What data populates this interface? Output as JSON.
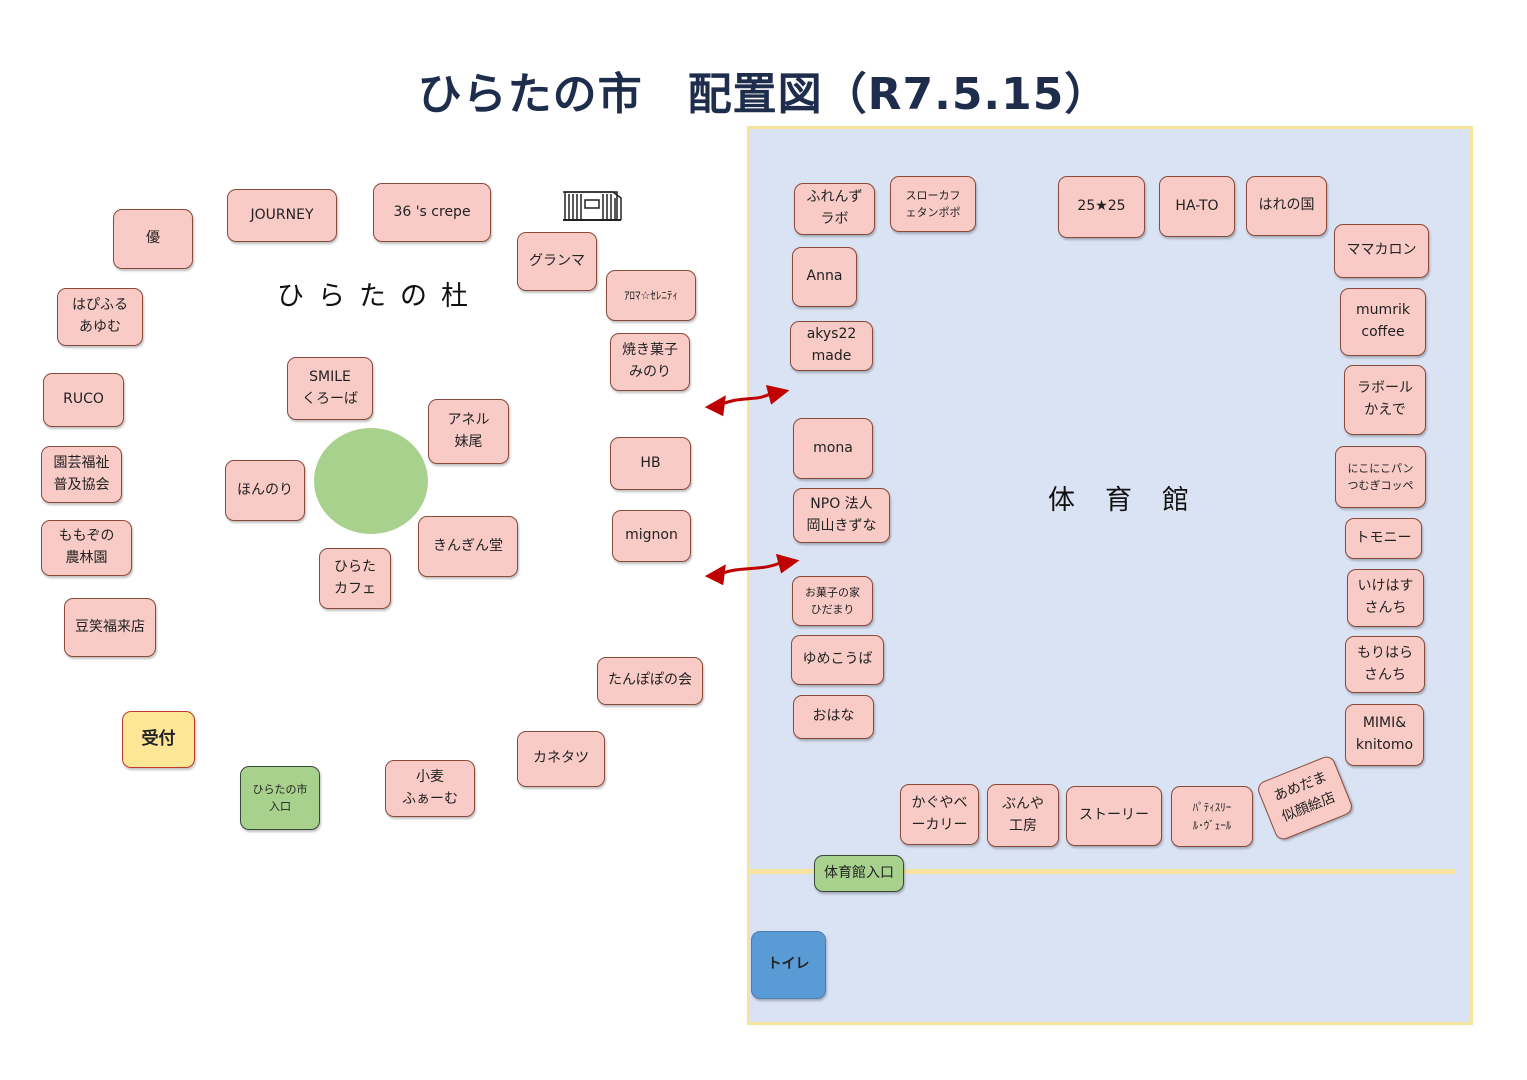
{
  "title": "ひらたの市　配置図（R7.5.15）",
  "areas": {
    "forest": "ひらたの杜",
    "gym": "体育館"
  },
  "outdoor_booths": [
    {
      "id": "yu",
      "lines": [
        "優"
      ]
    },
    {
      "id": "journey",
      "lines": [
        "JOURNEY"
      ]
    },
    {
      "id": "crepe",
      "lines": [
        "36 's crepe"
      ]
    },
    {
      "id": "granma",
      "lines": [
        "グランマ"
      ]
    },
    {
      "id": "aroma",
      "lines": [
        "ｱﾛﾏ☆ｾﾚﾆﾃｨ"
      ]
    },
    {
      "id": "happiful",
      "lines": [
        "はぴふる",
        "あゆむ"
      ]
    },
    {
      "id": "yakigashi",
      "lines": [
        "焼き菓子",
        "みのり"
      ]
    },
    {
      "id": "ruco",
      "lines": [
        "RUCO"
      ]
    },
    {
      "id": "smile",
      "lines": [
        "SMILE",
        "くろーば"
      ]
    },
    {
      "id": "aneru",
      "lines": [
        "アネル",
        "妹尾"
      ]
    },
    {
      "id": "engei",
      "lines": [
        "園芸福祉",
        "普及協会"
      ]
    },
    {
      "id": "honnori",
      "lines": [
        "ほんのり"
      ]
    },
    {
      "id": "hb",
      "lines": [
        "HB"
      ]
    },
    {
      "id": "mignon",
      "lines": [
        "mignon"
      ]
    },
    {
      "id": "momozono",
      "lines": [
        "ももぞの",
        "農林園"
      ]
    },
    {
      "id": "kingindo",
      "lines": [
        "きんぎん堂"
      ]
    },
    {
      "id": "hiratacafe",
      "lines": [
        "ひらた",
        "カフェ"
      ]
    },
    {
      "id": "mame",
      "lines": [
        "豆笑福来店"
      ]
    },
    {
      "id": "tanpopo",
      "lines": [
        "たんぽぽの会"
      ]
    },
    {
      "id": "uketsuke",
      "lines": [
        "受付"
      ]
    },
    {
      "id": "entrance",
      "lines": [
        "ひらたの市",
        "入口"
      ]
    },
    {
      "id": "komugi",
      "lines": [
        "小麦",
        "ふぁーむ"
      ]
    },
    {
      "id": "kanetatsu",
      "lines": [
        "カネタツ"
      ]
    }
  ],
  "gym_booths": [
    {
      "id": "friends",
      "lines": [
        "ふれんず",
        "ラボ"
      ]
    },
    {
      "id": "slowcafe",
      "lines": [
        "スローカフ",
        "ェタンポポ"
      ]
    },
    {
      "id": "2525",
      "lines": [
        "25★25"
      ]
    },
    {
      "id": "hato",
      "lines": [
        "HA-TO"
      ]
    },
    {
      "id": "harenokuni",
      "lines": [
        "はれの国"
      ]
    },
    {
      "id": "mamacaron",
      "lines": [
        "ママカロン"
      ]
    },
    {
      "id": "anna",
      "lines": [
        "Anna"
      ]
    },
    {
      "id": "akys",
      "lines": [
        "akys22",
        "made"
      ]
    },
    {
      "id": "mumrik",
      "lines": [
        "mumrik",
        "coffee"
      ]
    },
    {
      "id": "labor",
      "lines": [
        "ラボール",
        "かえで"
      ]
    },
    {
      "id": "mona",
      "lines": [
        "mona"
      ]
    },
    {
      "id": "nikoniko",
      "lines": [
        "にこにこパン",
        "つむぎコッペ"
      ]
    },
    {
      "id": "npo",
      "lines": [
        "NPO 法人",
        "岡山きずな"
      ]
    },
    {
      "id": "tomony",
      "lines": [
        "トモニー"
      ]
    },
    {
      "id": "okashi",
      "lines": [
        "お菓子の家",
        "ひだまり"
      ]
    },
    {
      "id": "ikehasu",
      "lines": [
        "いけはす",
        "さんち"
      ]
    },
    {
      "id": "yumekouba",
      "lines": [
        "ゆめこうば"
      ]
    },
    {
      "id": "morihara",
      "lines": [
        "もりはら",
        "さんち"
      ]
    },
    {
      "id": "ohana",
      "lines": [
        "おはな"
      ]
    },
    {
      "id": "mimi",
      "lines": [
        "MIMI&",
        "knitomo"
      ]
    },
    {
      "id": "kaguya",
      "lines": [
        "かぐやベ",
        "ーカリー"
      ]
    },
    {
      "id": "bunya",
      "lines": [
        "ぶんや",
        "工房"
      ]
    },
    {
      "id": "story",
      "lines": [
        "ストーリー"
      ]
    },
    {
      "id": "patisserie",
      "lines": [
        "ﾊﾟﾃｨｽﾘｰ",
        "ﾙ･ｳﾞｪｰﾙ"
      ]
    },
    {
      "id": "amedama",
      "lines": [
        "あめだま",
        "似顔絵店"
      ]
    },
    {
      "id": "gymentrance",
      "lines": [
        "体育館入口"
      ]
    },
    {
      "id": "toilet",
      "lines": [
        "トイレ"
      ]
    }
  ],
  "colors": {
    "booth": "#f8cbc6",
    "gym": "#dae3f3",
    "reception": "#fde796",
    "entrance": "#a9d18e",
    "toilet": "#5b9bd5",
    "arrow": "#c00000"
  }
}
